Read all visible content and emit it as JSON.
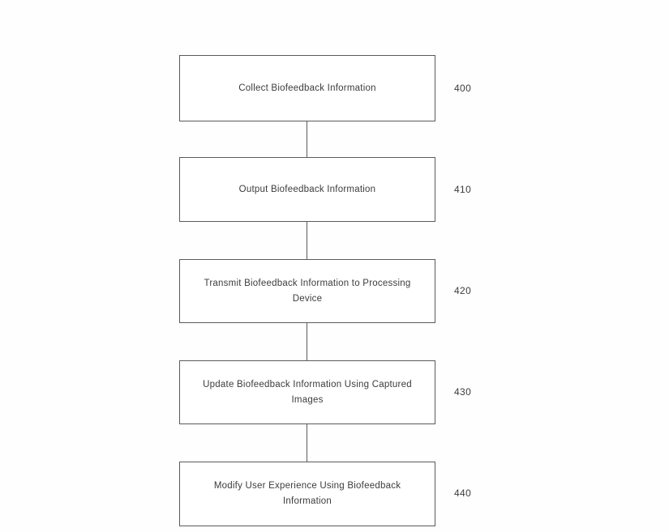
{
  "figure": {
    "type": "flowchart",
    "orientation": "vertical",
    "background_color": "#fefefe",
    "box_border_color": "#5b5b5b",
    "text_color": "#3c3c3c",
    "nodes": [
      {
        "text": "Collect Biofeedback Information",
        "ref": "400"
      },
      {
        "text": "Output Biofeedback Information",
        "ref": "410"
      },
      {
        "text": "Transmit Biofeedback Information to Processing Device",
        "ref": "420"
      },
      {
        "text": "Update Biofeedback Information Using Captured Images",
        "ref": "430"
      },
      {
        "text": "Modify User Experience Using Biofeedback Information",
        "ref": "440"
      }
    ],
    "connectors": [
      {
        "from": "400",
        "to": "410"
      },
      {
        "from": "410",
        "to": "420"
      },
      {
        "from": "420",
        "to": "430"
      },
      {
        "from": "430",
        "to": "440"
      }
    ]
  }
}
